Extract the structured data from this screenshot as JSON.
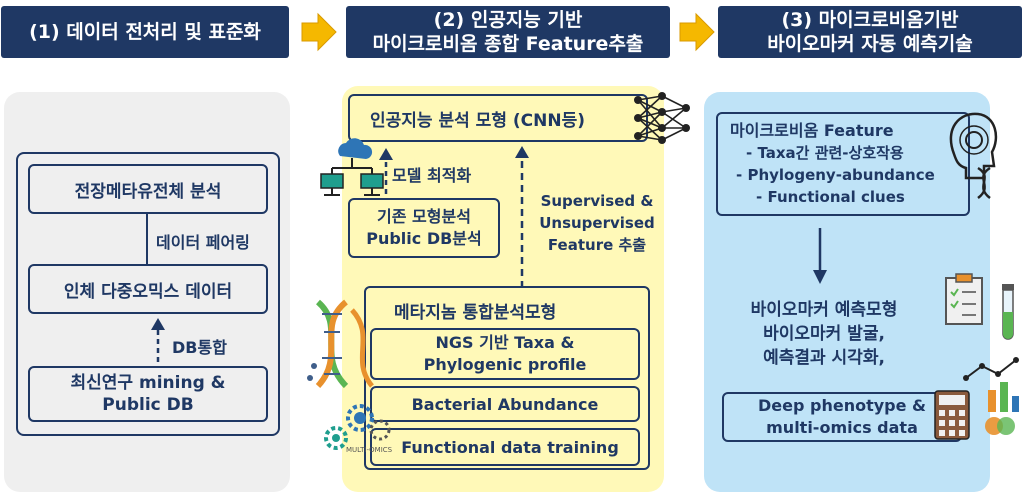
{
  "steps": [
    {
      "title": "(1) 데이터 전처리 및 표준화"
    },
    {
      "title_l1": "(2) 인공지능 기반",
      "title_l2": "마이크로비옴 종합 Feature추출"
    },
    {
      "title_l1": "(3) 마이크로비옴기반",
      "title_l2": "바이오마커 자동 예측기술"
    }
  ],
  "panel1": {
    "box_top": "전장메타유전체 분석",
    "pairing_label": "데이터 페어링",
    "box_mid": "인체 다중오믹스 데이터",
    "db_label": "DB통합",
    "box_bottom_l1": "최신연구 mining  &",
    "box_bottom_l2": "Public DB"
  },
  "panel2": {
    "ai_model": "인공지능 분석 모형 (CNN등)",
    "optimize_label": "모델 최적화",
    "existing_l1": "기존 모형분석",
    "existing_l2": "Public DB분석",
    "supervised_l1": "Supervised &",
    "supervised_l2": "Unsupervised",
    "supervised_l3": "Feature 추출",
    "meta_model": "메타지놈 통합분석모형",
    "ngs_l1": "NGS 기반 Taxa &",
    "ngs_l2": "Phylogenic profile",
    "bacterial": "Bacterial Abundance",
    "functional": "Functional data training",
    "multiomics_tag": "MULTI-OMICS"
  },
  "panel3": {
    "feature_title": "마이크로비옴 Feature",
    "bullets": [
      "-   Taxa간 관련-상호작용",
      "-   Phylogeny-abundance",
      "-   Functional  clues"
    ],
    "biomarker_l1": "바이오마커 예측모형",
    "biomarker_l2": "바이오마커 발굴,",
    "biomarker_l3": "예측결과 시각화,",
    "deep_l1": "Deep phenotype &",
    "deep_l2": "multi-omics data"
  },
  "colors": {
    "header": "#1f3864",
    "arrow": "#f5b800",
    "panel1": "#efefef",
    "panel2": "#fff9b8",
    "panel3": "#bfe3f7",
    "ink": "#1f3864"
  },
  "icons": [
    "arrow-right-icon",
    "neural-network-icon",
    "cloud-network-icon",
    "dna-icon",
    "gear-icon",
    "head-dna-icon",
    "clipboard-icon",
    "test-tube-icon",
    "calculator-icon",
    "chart-icon"
  ]
}
